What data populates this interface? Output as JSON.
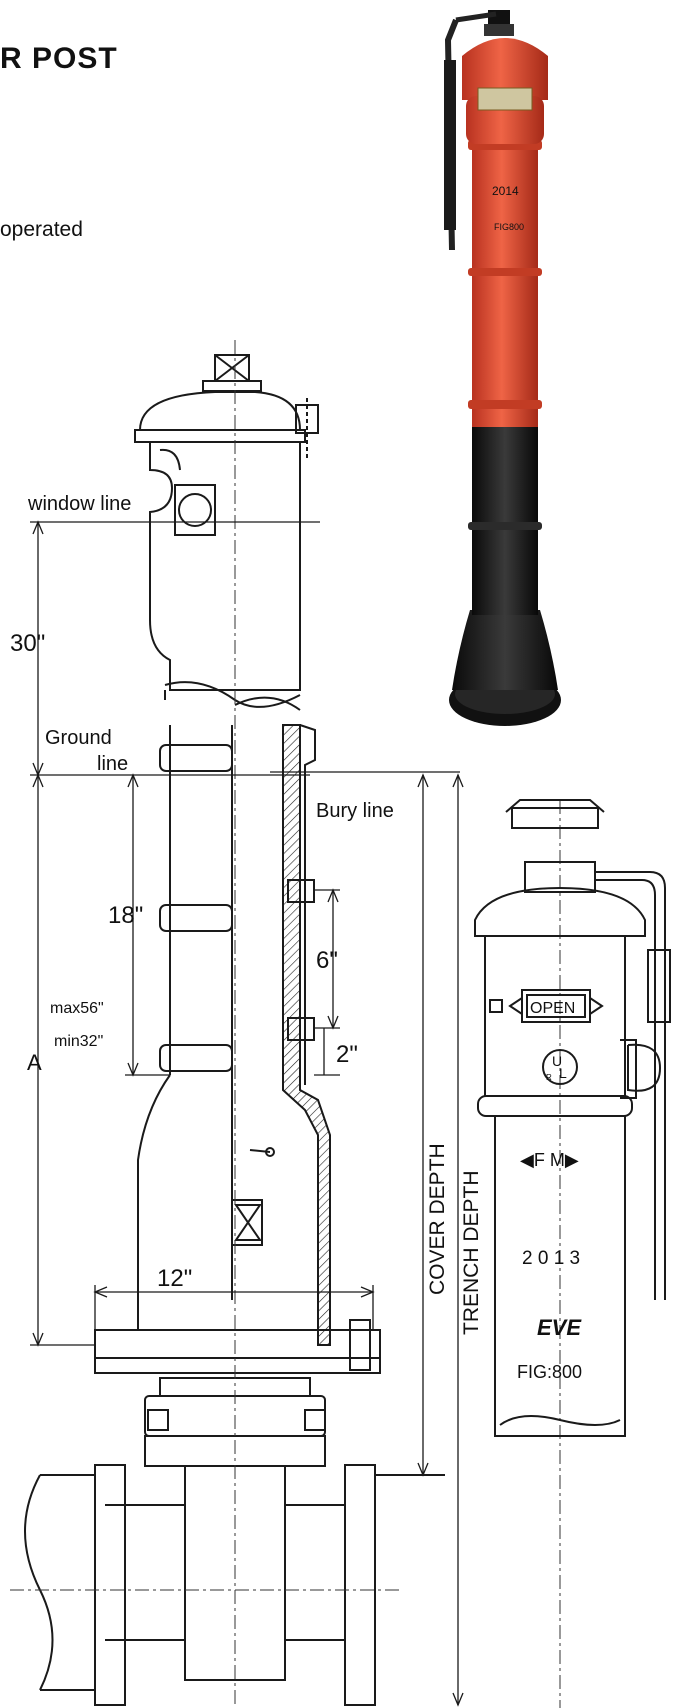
{
  "header": {
    "title_fragment": "R  POST",
    "subtitle_fragment": "operated"
  },
  "labels": {
    "window_line": "window line",
    "ground": "Ground",
    "line": "line",
    "bury_line": "Bury line",
    "dim_30": "30\"",
    "dim_18": "18\"",
    "dim_6": "6\"",
    "dim_2": "2\"",
    "dim_12": "12\"",
    "max": "max56\"",
    "min": "min32\"",
    "dim_a": "A",
    "cover_depth": "COVER DEPTH",
    "trench_depth": "TRENCH DEPTH"
  },
  "hydrant_markings": {
    "open": "OPEN",
    "ul_u": "U",
    "ul_l": "L",
    "ul_r": "R",
    "fm": "◀F M▶",
    "year": "2 0 1 3",
    "brand": "EVE",
    "figure": "FIG:800"
  },
  "colors": {
    "line": "#1a1a1a",
    "photo_red": "#d8452a",
    "photo_black": "#161616",
    "background": "#ffffff"
  }
}
